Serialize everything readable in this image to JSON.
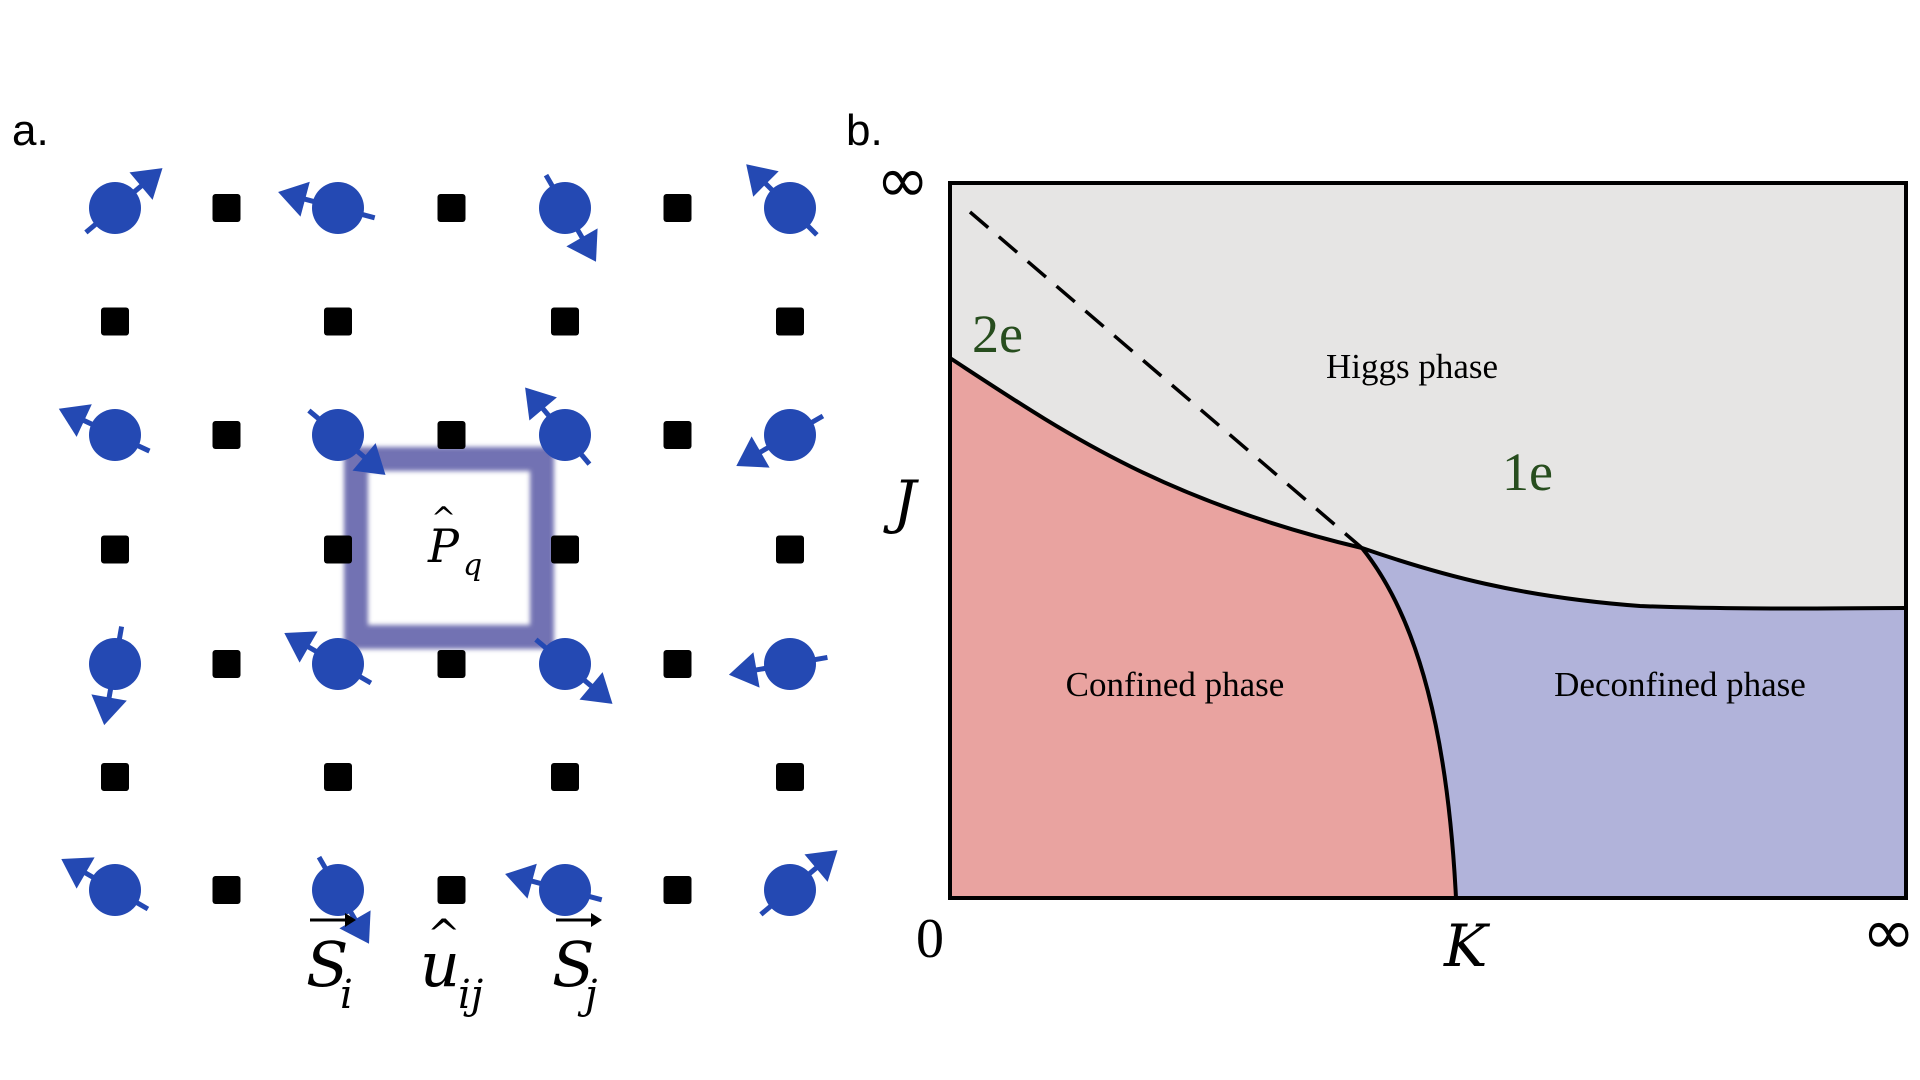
{
  "panel_a": {
    "label": "a.",
    "spin_label": "S",
    "spin_sub_i": "i",
    "spin_sub_j": "j",
    "gauge_label": "u",
    "gauge_sub": "ij",
    "plaquette_label": "P",
    "plaquette_sub": "q",
    "colors": {
      "spin": "#2449b3",
      "horizontal_bond": "#e89a95",
      "vertical_bond": "#a9d89a",
      "gauge": "#000000",
      "plaquette": "#5a5aa6"
    }
  },
  "panel_b": {
    "label": "b.",
    "y_axis_label": "J",
    "x_axis_label": "K",
    "origin_label": "0",
    "x_infinity": "∞",
    "y_infinity": "∞",
    "phases": {
      "higgs": "Higgs phase",
      "confined": "Confined phase",
      "deconfined": "Deconfined phase"
    },
    "charges": {
      "two": "2e",
      "one": "1e"
    },
    "colors": {
      "higgs": "#e6e5e4",
      "confined": "#e9a3a0",
      "deconfined": "#b1b3da",
      "charge_text": "#274d1e"
    }
  }
}
